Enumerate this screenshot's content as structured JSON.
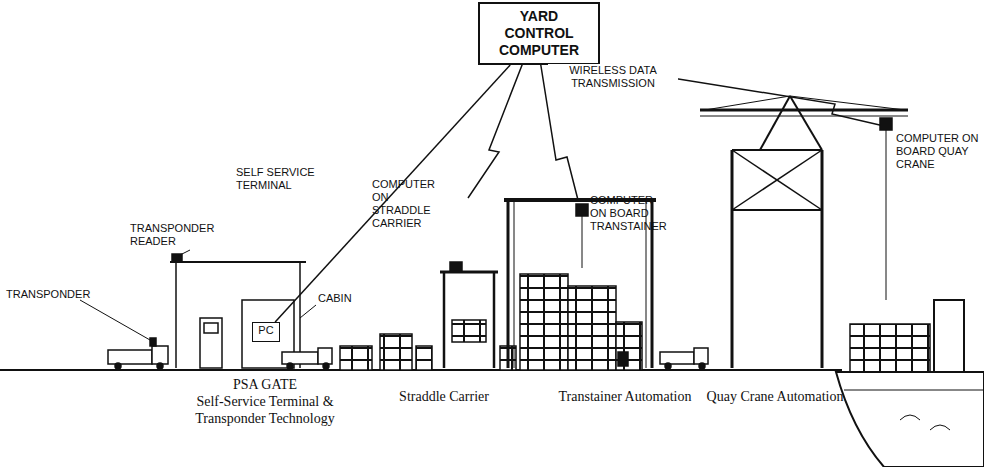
{
  "diagram": {
    "nodes": [
      {
        "text": [
          "YARD CONTROL COMPUTER"
        ]
      },
      {
        "text": [
          "PC"
        ]
      }
    ],
    "edges": [
      {
        "from": 0,
        "to": 1,
        "arrow": "none"
      }
    ],
    "labels": [
      "WIRELESS DATA TRANSMISSION",
      "SELF SERVICE TERMINAL",
      "TRANSPONDER READER",
      "TRANSPONDER",
      "CABIN",
      "COMPUTER ON STRADDLE CARRIER",
      "COMPUTER ON BOARD TRANSTAINER",
      "COMPUTER ON BOARD QUAY CRANE",
      "PSA GATE",
      "Self-Service Terminal & Transponder Technology",
      "Straddle Carrier",
      "Transtainer Automation",
      "Quay Crane Automation"
    ]
  }
}
